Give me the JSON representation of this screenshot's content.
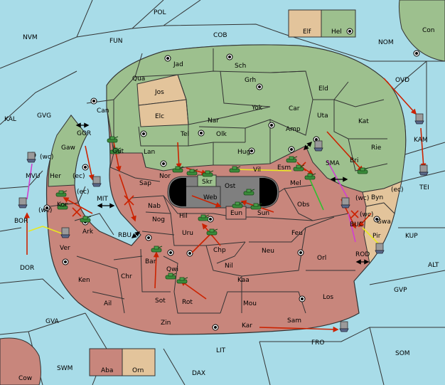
{
  "colors": {
    "sea": "#a8dce8",
    "green": "#9dc08e",
    "tan": "#e3c49b",
    "red": "#c8867c",
    "dark": "#7f7f7f",
    "border": "#333333",
    "arrow_red": "#cc2200",
    "arrow_yellow": "#e8e820",
    "arrow_green": "#30c030",
    "arrow_magenta": "#d040d0"
  },
  "icons": {
    "army": "tank-icon",
    "fleet": "ship-icon",
    "supply_center": "supply-center-icon",
    "order": "move-arrow-icon"
  },
  "regions": {
    "POL": "POL",
    "NVM": "NVM",
    "FUN": "FUN",
    "COB": "COB",
    "NOM": "NOM",
    "Con": "Con",
    "Elf": "Elf",
    "Hel": "Hel",
    "OVD": "OVD",
    "KAL": "KAL",
    "GVG": "GVG",
    "GOR": "GOR",
    "Gaw": "Gaw",
    "Her": "Her",
    "MVU": "MVU",
    "Kor": "Kor",
    "MIT": "MIT",
    "BOR": "BOR",
    "Ark": "Ark",
    "Ver": "Ver",
    "DOR": "DOR",
    "Ken": "Ken",
    "Ail": "Ail",
    "GVA": "GVA",
    "Chr": "Chr",
    "Bar": "Bar",
    "Qwi": "Qwi",
    "Sot": "Sot",
    "Rot": "Rot",
    "Zin": "Zin",
    "Mou": "Mou",
    "Kaa": "Kaa",
    "Kar": "Kar",
    "Sam": "Sam",
    "Los": "Los",
    "Orl": "Orl",
    "Nil": "Nil",
    "Neu": "Neu",
    "Chp": "Chp",
    "Uru": "Uru",
    "Feu": "Feu",
    "Hil": "Hil",
    "Nog": "Nog",
    "RBU": "RBU",
    "Nab": "Nab",
    "Sap": "Sap",
    "Gut": "Gut",
    "Can": "Can",
    "Qua": "Qua",
    "Jad": "Jad",
    "Sch": "Sch",
    "Jos": "Jos",
    "Grh": "Grh",
    "Elc": "Elc",
    "Nar": "Nar",
    "Yok": "Yok",
    "Car": "Car",
    "Eld": "Eld",
    "Tel": "Tel",
    "Olk": "Olk",
    "Amp": "Amp",
    "Uta": "Uta",
    "Kat": "Kat",
    "Lan": "Lan",
    "Hug": "Hug",
    "Rie": "Rie",
    "Nor": "Nor",
    "Skr": "Skr",
    "Vil": "Vil",
    "Esm": "Esm",
    "SMA": "SMA",
    "Bri": "Bri",
    "Web": "Web",
    "Ost": "Ost",
    "Mel": "Mel",
    "Eun": "Eun",
    "Sun": "Sun",
    "Obs": "Obs",
    "Byn": "Byn",
    "KAM": "KAM",
    "TEI": "TEI",
    "Gwa": "Gwa",
    "BUC": "BUC",
    "Pir": "Pir",
    "KUP": "KUP",
    "ROD": "ROD",
    "ALT": "ALT",
    "GVP": "GVP",
    "FRO": "FRO",
    "SOM": "SOM",
    "LIT": "LIT",
    "SWM": "SWM",
    "DAX": "DAX",
    "Cow": "Cow",
    "Aba": "Aba",
    "Orn": "Orn"
  },
  "coast_labels": {
    "wc": "(wc)",
    "ec": "(ec)"
  }
}
